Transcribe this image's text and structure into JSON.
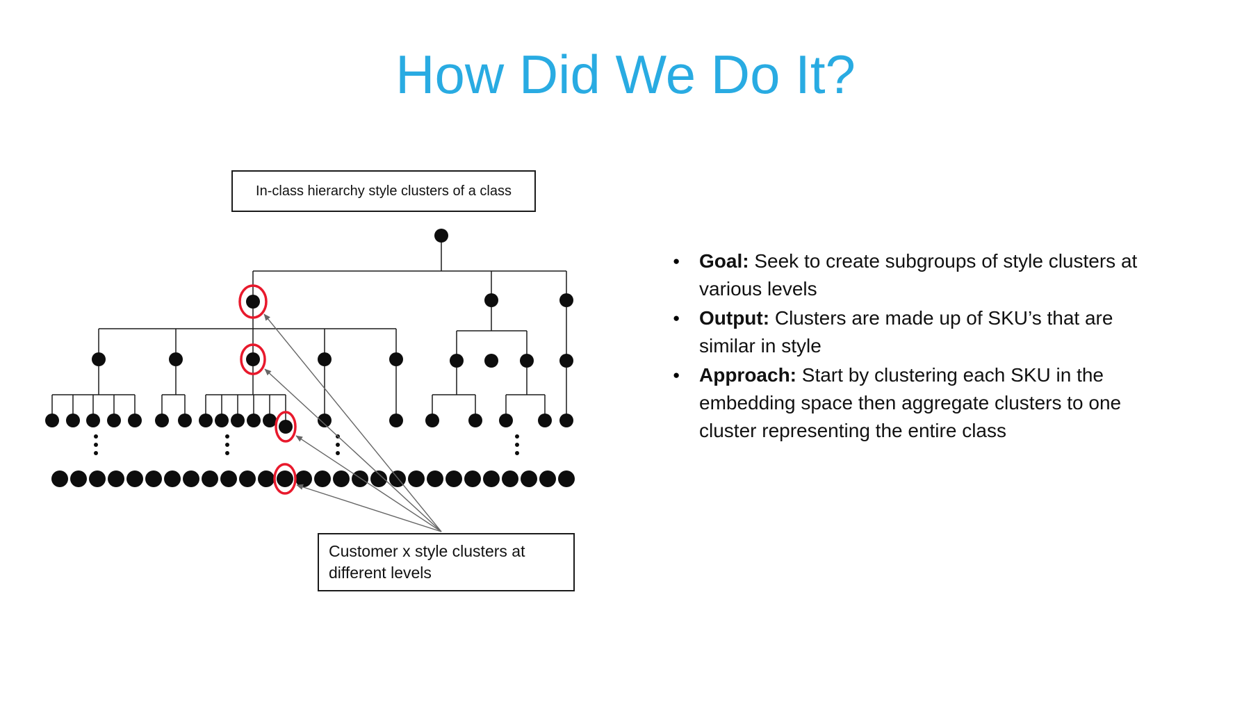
{
  "slide": {
    "title": "How Did We Do It?",
    "title_color": "#29ABE2",
    "background_color": "#ffffff"
  },
  "diagram": {
    "top_box_label": "In-class hierarchy style clusters of a class",
    "bottom_box_label": "Customer x style clusters at different levels",
    "node_color": "#0d0d0d",
    "edge_color": "#1a1a1a",
    "highlight_circle_color": "#e8192c",
    "arrow_color": "#666666"
  },
  "bullets": {
    "items": [
      {
        "label": "Goal:",
        "text": "Seek to create subgroups of style clusters at various levels"
      },
      {
        "label": "Output:",
        "text": "Clusters are made up of SKU’s that are similar in style"
      },
      {
        "label": "Approach:",
        "text": "Start by clustering each SKU in the embedding space then aggregate clusters to one cluster representing the entire class"
      }
    ]
  }
}
